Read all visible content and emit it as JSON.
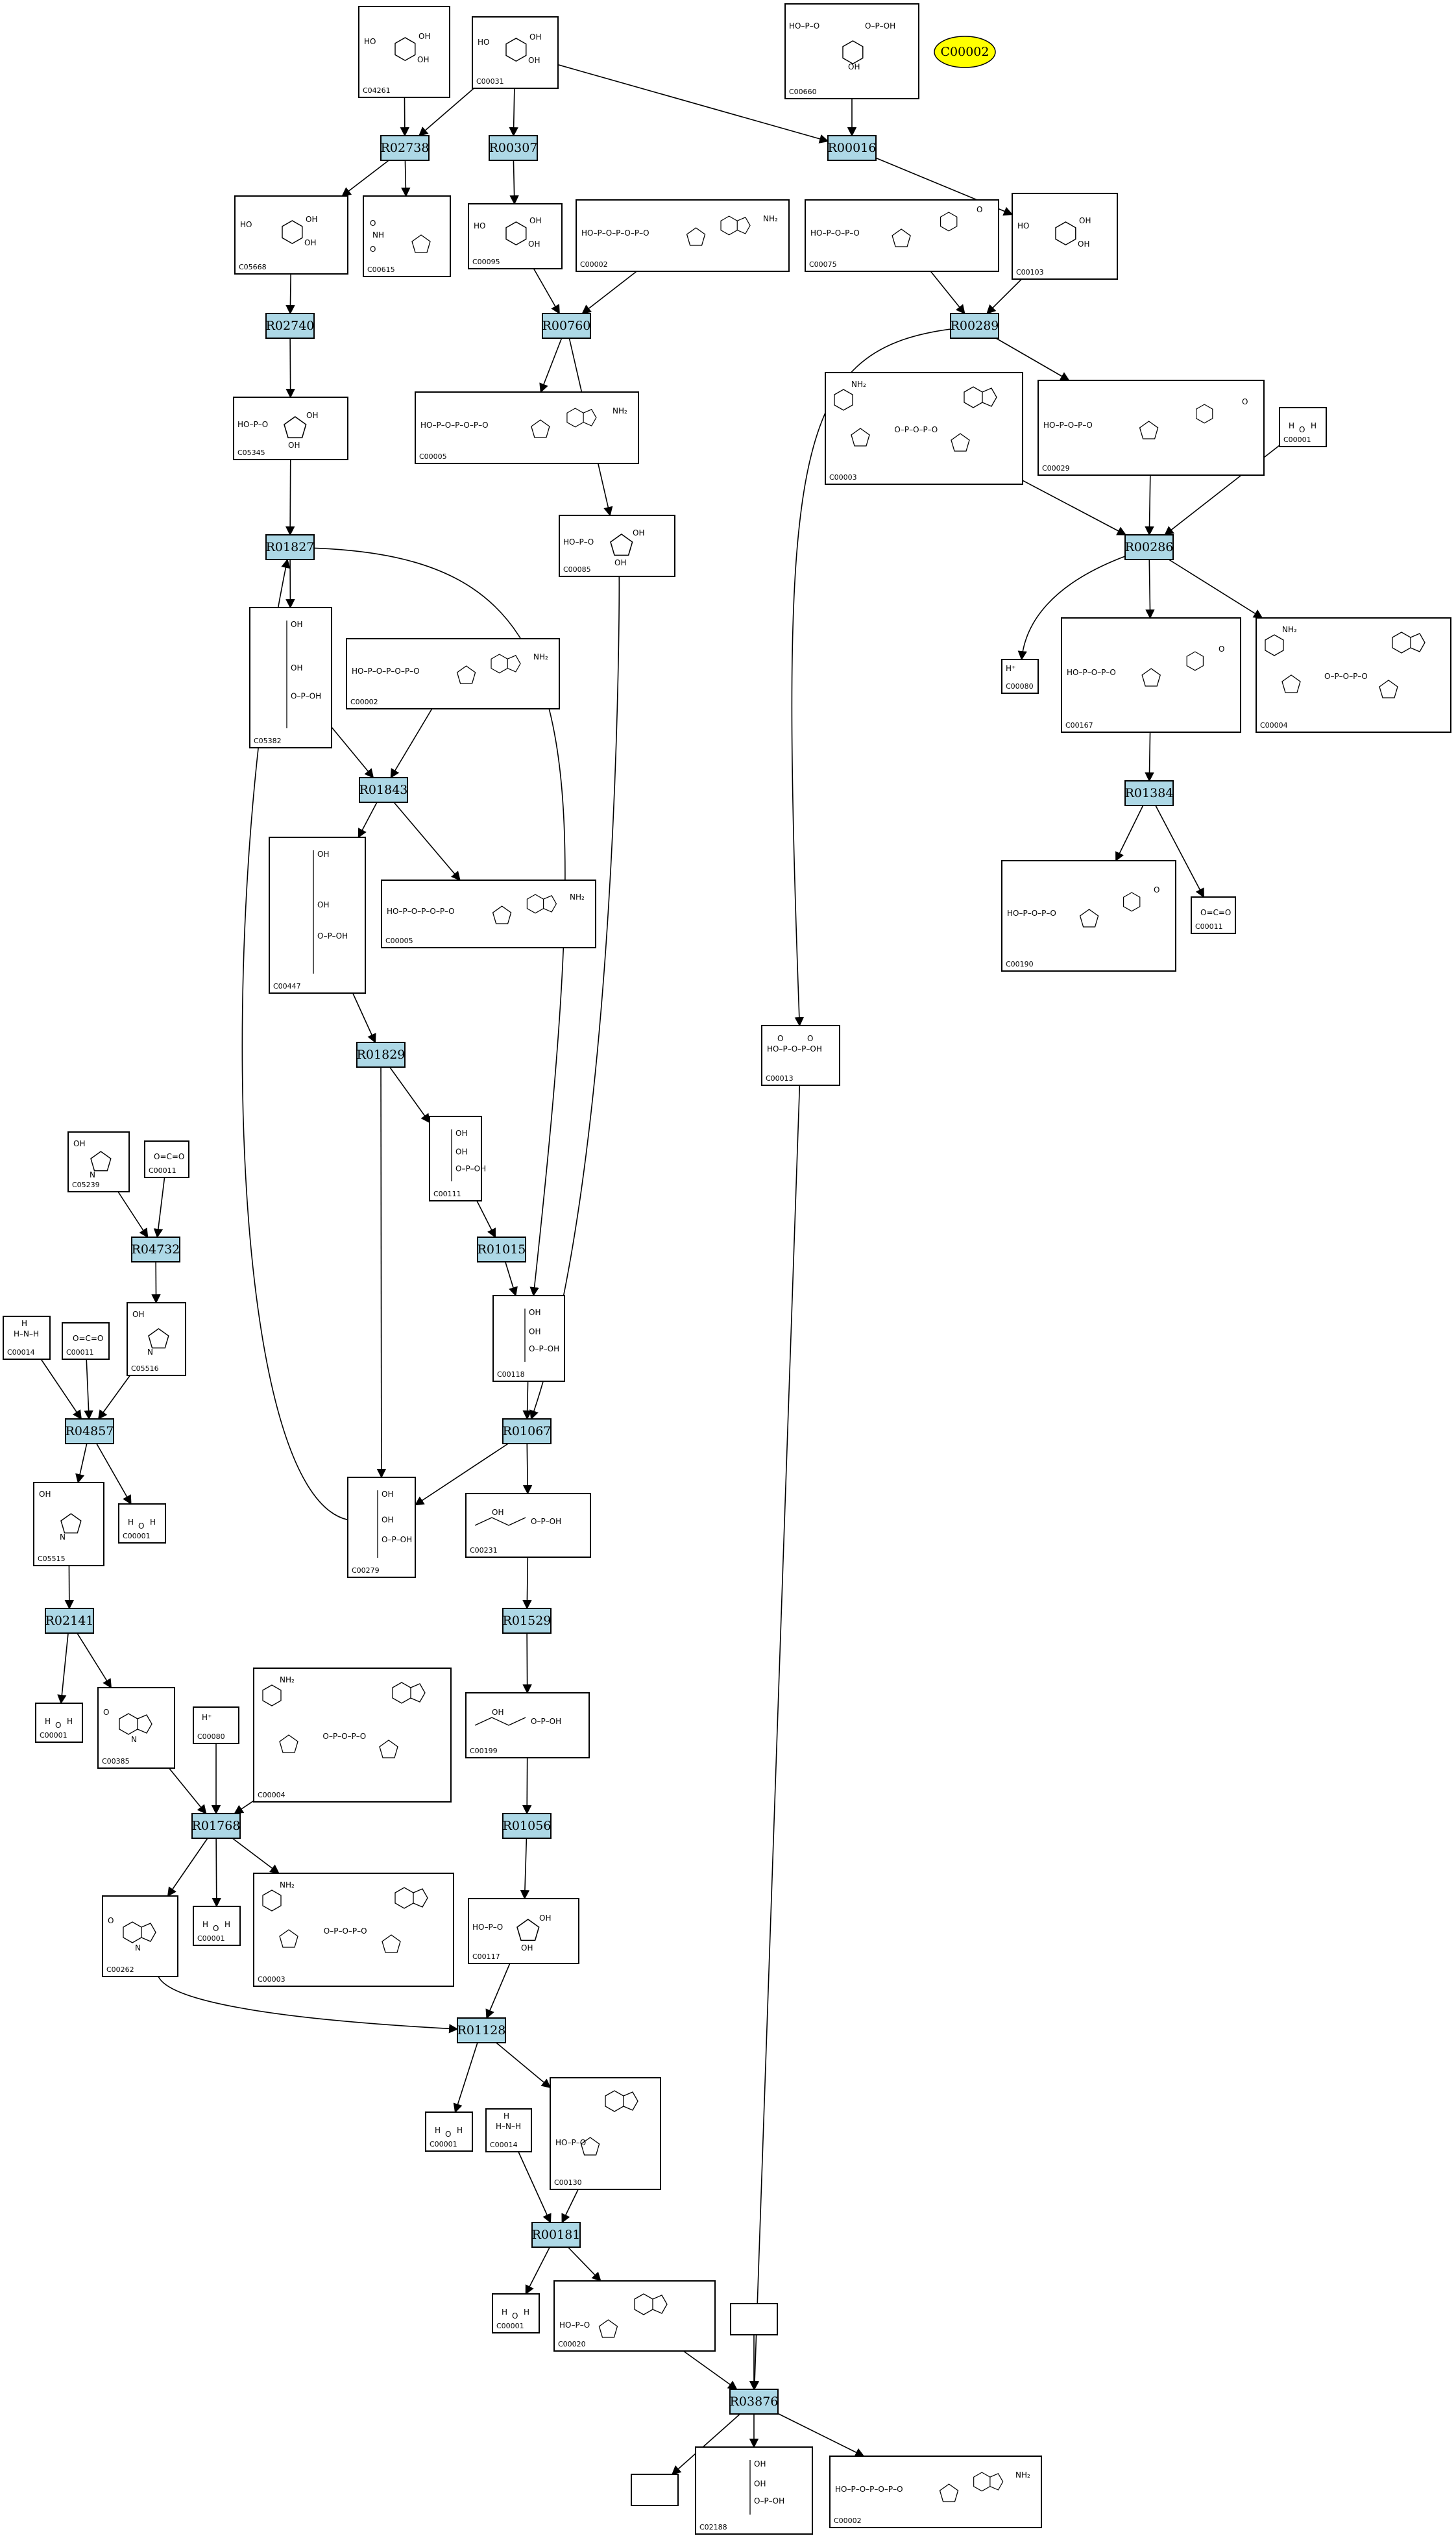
{
  "highlight": {
    "label": "C00002"
  },
  "reactions": [
    {
      "id": "R02738",
      "label": "R02738"
    },
    {
      "id": "R00307",
      "label": "R00307"
    },
    {
      "id": "R00016",
      "label": "R00016"
    },
    {
      "id": "R02740",
      "label": "R02740"
    },
    {
      "id": "R00760",
      "label": "R00760"
    },
    {
      "id": "R00289",
      "label": "R00289"
    },
    {
      "id": "R00286",
      "label": "R00286"
    },
    {
      "id": "R01827",
      "label": "R01827"
    },
    {
      "id": "R01843",
      "label": "R01843"
    },
    {
      "id": "R01384",
      "label": "R01384"
    },
    {
      "id": "R01829",
      "label": "R01829"
    },
    {
      "id": "R04732",
      "label": "R04732"
    },
    {
      "id": "R01015",
      "label": "R01015"
    },
    {
      "id": "R04857",
      "label": "R04857"
    },
    {
      "id": "R01067",
      "label": "R01067"
    },
    {
      "id": "R02141",
      "label": "R02141"
    },
    {
      "id": "R01529",
      "label": "R01529"
    },
    {
      "id": "R01768",
      "label": "R01768"
    },
    {
      "id": "R01056",
      "label": "R01056"
    },
    {
      "id": "R01128",
      "label": "R01128"
    },
    {
      "id": "R00181",
      "label": "R00181"
    },
    {
      "id": "R03876",
      "label": "R03876"
    }
  ],
  "compounds": [
    {
      "id": "c04261",
      "label": "C04261"
    },
    {
      "id": "c00031",
      "label": "C00031"
    },
    {
      "id": "c00660",
      "label": "C00660"
    },
    {
      "id": "c05668",
      "label": "C05668"
    },
    {
      "id": "c00615",
      "label": "C00615"
    },
    {
      "id": "c00095",
      "label": "C00095"
    },
    {
      "id": "c00002a",
      "label": "C00002"
    },
    {
      "id": "c00075",
      "label": "C00075"
    },
    {
      "id": "c00103",
      "label": "C00103"
    },
    {
      "id": "c05345",
      "label": "C05345"
    },
    {
      "id": "c00005a",
      "label": "C00005"
    },
    {
      "id": "c00003a",
      "label": "C00003"
    },
    {
      "id": "c00029",
      "label": "C00029"
    },
    {
      "id": "c00001a",
      "label": "C00001"
    },
    {
      "id": "c00085",
      "label": "C00085"
    },
    {
      "id": "c05382",
      "label": "C05382"
    },
    {
      "id": "c00002b",
      "label": "C00002"
    },
    {
      "id": "c00080a",
      "label": "C00080"
    },
    {
      "id": "c00167",
      "label": "C00167"
    },
    {
      "id": "c00004a",
      "label": "C00004"
    },
    {
      "id": "c00447",
      "label": "C00447"
    },
    {
      "id": "c00005b",
      "label": "C00005"
    },
    {
      "id": "c00190",
      "label": "C00190"
    },
    {
      "id": "c00011a",
      "label": "C00011"
    },
    {
      "id": "c00013",
      "label": "C00013"
    },
    {
      "id": "c05239",
      "label": "C05239"
    },
    {
      "id": "c00011b",
      "label": "C00011"
    },
    {
      "id": "c00111",
      "label": "C00111"
    },
    {
      "id": "c00014a",
      "label": "C00014"
    },
    {
      "id": "c00011c",
      "label": "C00011"
    },
    {
      "id": "c05516",
      "label": "C05516"
    },
    {
      "id": "c00118",
      "label": "C00118"
    },
    {
      "id": "c05515",
      "label": "C05515"
    },
    {
      "id": "c00001b",
      "label": "C00001"
    },
    {
      "id": "c00279",
      "label": "C00279"
    },
    {
      "id": "c00231",
      "label": "C00231"
    },
    {
      "id": "c00001c",
      "label": "C00001"
    },
    {
      "id": "c00385",
      "label": "C00385"
    },
    {
      "id": "c00080b",
      "label": "C00080"
    },
    {
      "id": "c00004b",
      "label": "C00004"
    },
    {
      "id": "c00199",
      "label": "C00199"
    },
    {
      "id": "c00262",
      "label": "C00262"
    },
    {
      "id": "c00001d",
      "label": "C00001"
    },
    {
      "id": "c00003b",
      "label": "C00003"
    },
    {
      "id": "c00117",
      "label": "C00117"
    },
    {
      "id": "c00001e",
      "label": "C00001"
    },
    {
      "id": "c00014b",
      "label": "C00014"
    },
    {
      "id": "c00130",
      "label": "C00130"
    },
    {
      "id": "c00001f",
      "label": "C00001"
    },
    {
      "id": "c00020",
      "label": "C00020"
    },
    {
      "id": "cblank1",
      "label": ""
    },
    {
      "id": "cblank2",
      "label": ""
    },
    {
      "id": "c02188",
      "label": "C02188"
    },
    {
      "id": "c00002c",
      "label": "C00002"
    }
  ]
}
